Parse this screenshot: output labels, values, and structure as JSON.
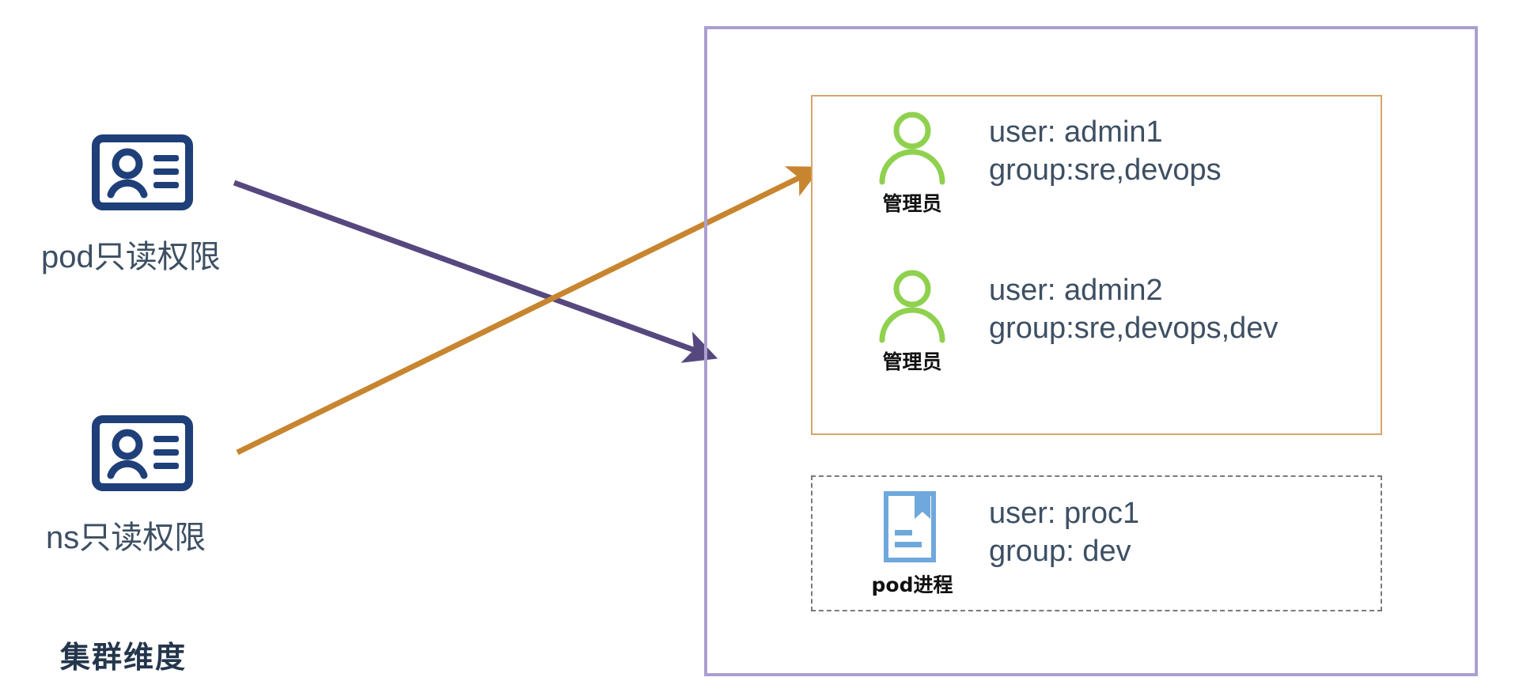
{
  "diagram": {
    "title_label": "集群维度",
    "left_items": [
      {
        "id": "pod-readonly",
        "icon": "id-card-icon",
        "label": "pod只读权限"
      },
      {
        "id": "ns-readonly",
        "icon": "id-card-icon",
        "label": "ns只读权限"
      }
    ],
    "arrows": [
      {
        "id": "pod-to-admin2",
        "color": "#56487f",
        "from": "pod只读权限",
        "to": "user: admin2"
      },
      {
        "id": "ns-to-admin1",
        "color": "#c8852f",
        "from": "ns只读权限",
        "to": "user: admin1"
      }
    ],
    "outer_frame": {
      "color": "#ab9fd0",
      "style": "solid"
    },
    "groups": [
      {
        "id": "admin-group",
        "border_color": "#d8a56b",
        "border_style": "solid",
        "entities": [
          {
            "id": "admin1",
            "icon": "person-icon",
            "icon_color": "#8fd14f",
            "role": "管理员",
            "user_line": "user: admin1",
            "group_line": "group:sre,devops"
          },
          {
            "id": "admin2",
            "icon": "person-icon",
            "icon_color": "#8fd14f",
            "role": "管理员",
            "user_line": "user: admin2",
            "group_line": "group:sre,devops,dev"
          }
        ]
      },
      {
        "id": "process-group",
        "border_color": "#7a7a7a",
        "border_style": "dashed",
        "entities": [
          {
            "id": "proc1",
            "icon": "document-bookmark-icon",
            "icon_color": "#6fa8dc",
            "role": "pod进程",
            "user_line": "user: proc1",
            "group_line": "group: dev"
          }
        ]
      }
    ],
    "colors": {
      "text": "#3d4f63",
      "id_card": "#1f3f79",
      "purple_arrow": "#56487f",
      "orange_arrow": "#c8852f",
      "frame_purple": "#ab9fd0",
      "box_orange": "#d8a56b",
      "box_dashed": "#7a7a7a",
      "person_green": "#8fd14f",
      "doc_blue": "#6fa8dc"
    }
  }
}
